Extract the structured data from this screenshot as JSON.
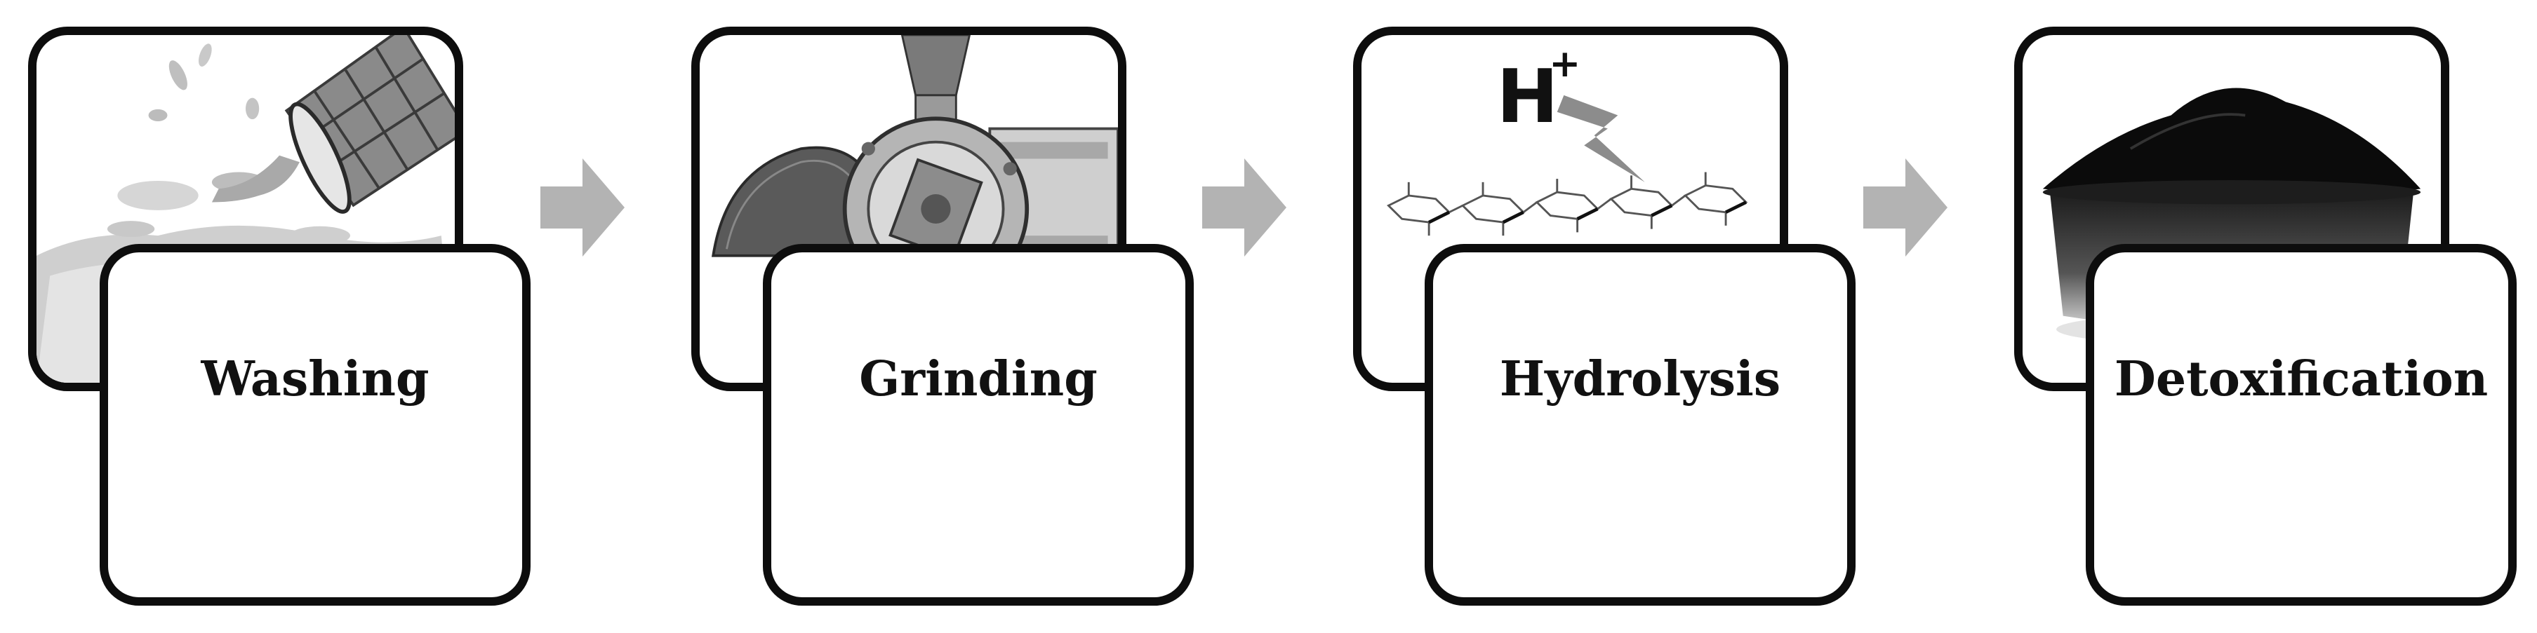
{
  "steps": [
    {
      "label": "Washing",
      "icon": "washing-bucket-icon"
    },
    {
      "label": "Grinding",
      "icon": "grinding-mill-icon"
    },
    {
      "label": "Hydrolysis",
      "icon": "hydrolysis-molecule-icon",
      "ion_text": "H",
      "ion_sup": "+"
    },
    {
      "label": "Detoxification",
      "icon": "activated-carbon-powder-icon"
    }
  ],
  "colors": {
    "border": "#0d0d0d",
    "arrow": "#b3b3b3",
    "text": "#111111"
  }
}
